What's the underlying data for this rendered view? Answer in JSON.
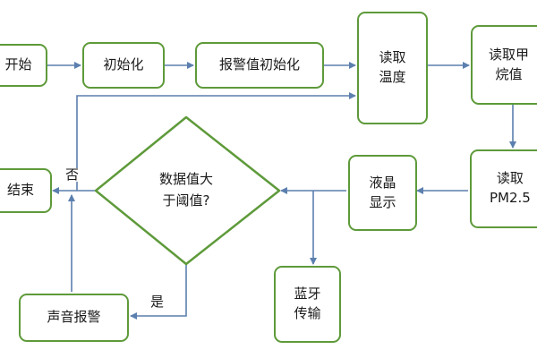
{
  "colors": {
    "node_border": "#5e9a3a",
    "arrow": "#5b7fae",
    "text": "#1a1a1a"
  },
  "nodes": {
    "start": "开始",
    "init": "初始化",
    "alarm_init": "报警值初始化",
    "read_temp": "读取\n温度",
    "read_formaldehyde": "读取甲\n烷值",
    "read_pm25": "读取\nPM2.5",
    "lcd": "液晶\n显示",
    "bluetooth": "蓝牙\n传输",
    "decision": "数据值大\n于阈值?",
    "end": "结束",
    "sound_alarm": "声音报警"
  },
  "labels": {
    "no": "否",
    "yes": "是"
  }
}
